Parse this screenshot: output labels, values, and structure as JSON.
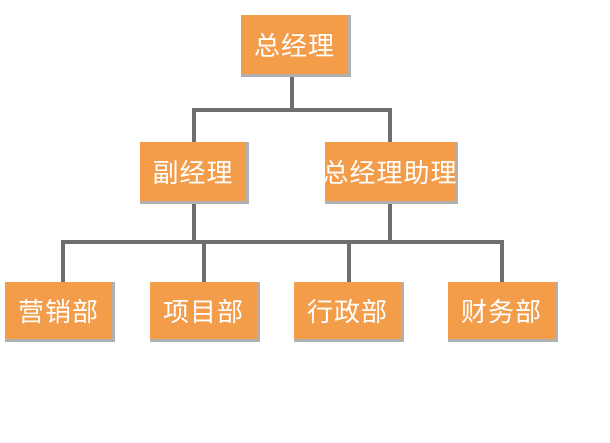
{
  "org_chart": {
    "root": {
      "label": "总经理"
    },
    "level2": [
      {
        "label": "副经理"
      },
      {
        "label": "总经理助理"
      }
    ],
    "departments": [
      {
        "label": "营销部"
      },
      {
        "label": "项目部"
      },
      {
        "label": "行政部"
      },
      {
        "label": "财务部"
      }
    ]
  },
  "colors": {
    "node_fill": "#f39c4a",
    "node_text": "#ffffff",
    "connector": "#6e6e6e",
    "node_shadow": "#b0b0b0"
  }
}
